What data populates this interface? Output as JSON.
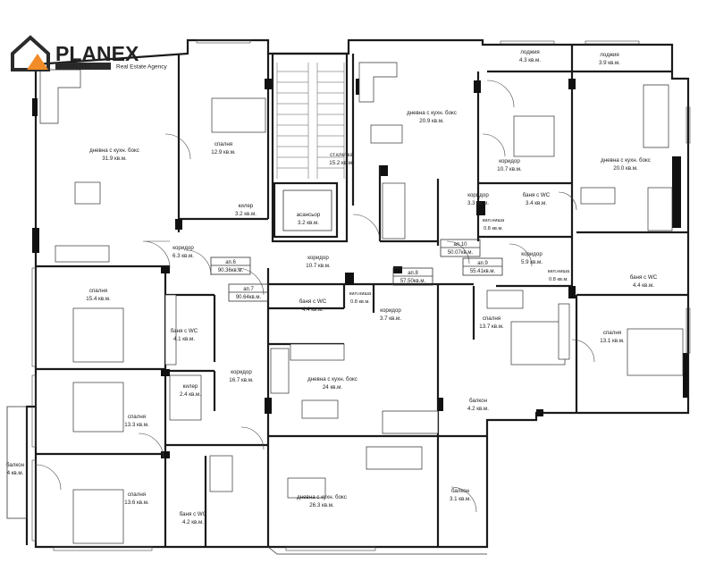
{
  "logo": {
    "brand": "PLANEX",
    "subtitle_left": "PROPERTY",
    "subtitle_right": "Real Estate Agency",
    "accent": "#f28c28",
    "dark": "#2b2b2b"
  },
  "rooms": {
    "r1_name": "дневна с кухн. бокс",
    "r1_area": "31.9 кв.м.",
    "r2_name": "спалня",
    "r2_area": "12.9 кв.м.",
    "r3_name": "килер",
    "r3_area": "3.2 кв.м.",
    "r4_name": "коридор",
    "r4_area": "6.3 кв.м.",
    "r5_name": "спалня",
    "r5_area": "15.4 кв.м.",
    "r6_name": "баня с WC",
    "r6_area": "4.1 кв.м.",
    "r7_name": "килер",
    "r7_area": "2.4 кв.м.",
    "r8_name": "спалня",
    "r8_area": "13.3 кв.м.",
    "r9_name": "балкон",
    "r9_area": "4 кв.м.",
    "r10_name": "спалня",
    "r10_area": "13.6 кв.м.",
    "r11_name": "баня с WC",
    "r11_area": "4.2 кв.м.",
    "r12_name": "асансьор",
    "r12_area": "3.2 кв.м.",
    "r13_name": "ст.клетка",
    "r13_area": "15.2 кв.м.",
    "r14_name": "дневна с кухн. бокс",
    "r14_area": "20.9 кв.м.",
    "r15_name": "коридор",
    "r15_area": "10.7 кв.м.",
    "r16_name": "коридор",
    "r16_area": "10.7 кв.м.",
    "r17_name": "коридор",
    "r17_area": "3.3 кв.м.",
    "r18_name": "баня с WC",
    "r18_area": "3.4 кв.м.",
    "r19_name": "лоджия",
    "r19_area": "4.3 кв.м.",
    "r20_name": "лоджия",
    "r20_area": "3.9 кв.м.",
    "r21_name": "дневна с кухн. бокс",
    "r21_area": "20.0 кв.м.",
    "r22_name": "кил.ниша",
    "r22_area": "0.8 кв.м.",
    "r23_name": "коридор",
    "r23_area": "5.9 кв.м.",
    "r24_name": "кил.ниша",
    "r24_area": "0.8 кв.м.",
    "r25_name": "баня с WC",
    "r25_area": "4.4 кв.м.",
    "r26_name": "баня с WC",
    "r26_area": "4.4 кв.м.",
    "r27_name": "кил.ниша",
    "r27_area": "0.8 кв.м.",
    "r28_name": "коридор",
    "r28_area": "3.7 кв.м.",
    "r29_name": "спалня",
    "r29_area": "13.7 кв.м.",
    "r30_name": "спалня",
    "r30_area": "13.1 кв.м.",
    "r31_name": "коридор",
    "r31_area": "16.7 кв.м.",
    "r32_name": "дневна с кухн. бокс",
    "r32_area": "24 кв.м.",
    "r33_name": "балкон",
    "r33_area": "4.2 кв.м.",
    "r34_name": "дневна с кухн. бокс",
    "r34_area": "26.3 кв.м.",
    "r35_name": "балкон",
    "r35_area": "3.1 кв.м."
  },
  "apartments": {
    "a6_name": "ап.6",
    "a6_area": "90.36кв.м.",
    "a7_name": "ап.7",
    "a7_area": "90.64кв.м.",
    "a8_name": "ап.8",
    "a8_area": "57.50кв.м.",
    "a9_name": "ап.9",
    "a9_area": "55.41кв.м.",
    "a10_name": "ап.10",
    "a10_area": "50.07кв.м."
  }
}
